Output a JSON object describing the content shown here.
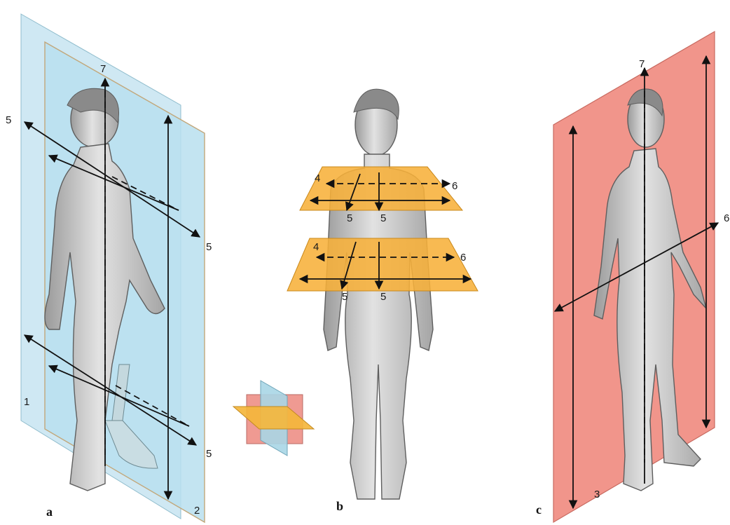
{
  "panels": {
    "a": {
      "letter": "a",
      "labels": {
        "top": "7",
        "left_upper": "5",
        "right_upper": "5",
        "right_lower": "5",
        "plane_1": "1",
        "plane_2": "2"
      },
      "plane_colors": {
        "frontal": "#b9dfee",
        "frontal_back": "#cfe8f3"
      }
    },
    "b": {
      "letter": "b",
      "labels": {
        "upper_left": "4",
        "upper_right": "6",
        "upper_5a": "5",
        "upper_5b": "5",
        "lower_left": "4",
        "lower_right": "6",
        "lower_5a": "5",
        "lower_5b": "5"
      },
      "plane_colors": {
        "transverse": "#f7b13a"
      }
    },
    "c": {
      "letter": "c",
      "labels": {
        "top": "7",
        "right": "6",
        "plane_3": "3"
      },
      "plane_colors": {
        "sagittal": "#ef8a7e"
      }
    }
  },
  "inset": {
    "colors": {
      "sagittal": "#ef9a92",
      "frontal": "#a8d6e6",
      "transverse": "#f4b63c"
    }
  }
}
